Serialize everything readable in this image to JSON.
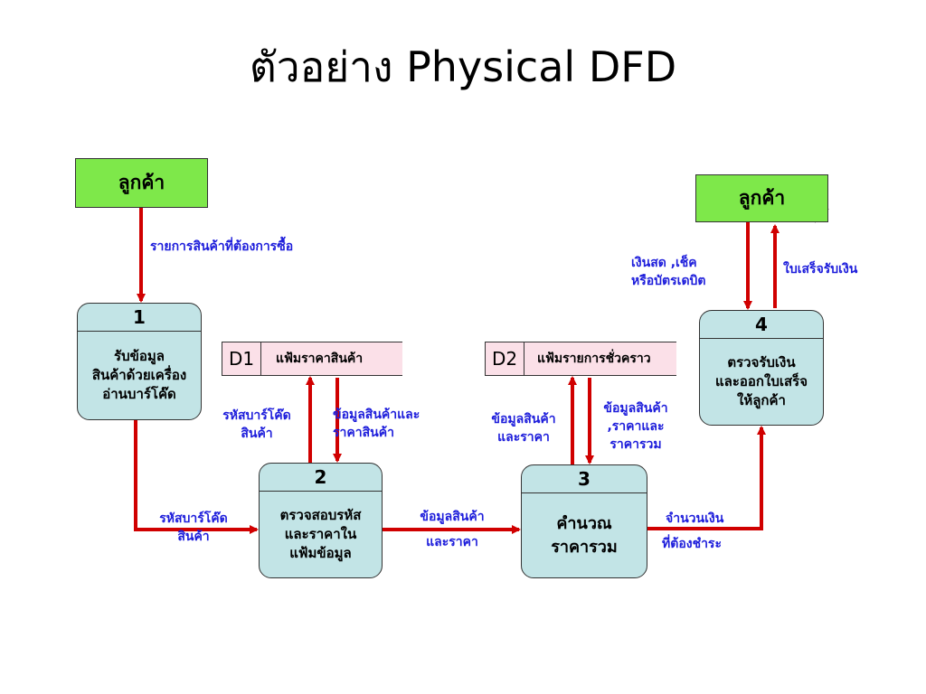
{
  "title": "ตัวอย่าง Physical DFD",
  "externals": {
    "customer_left": "ลูกค้า",
    "customer_right": "ลูกค้า"
  },
  "processes": [
    {
      "number": "1",
      "lines": [
        "รับข้อมูล",
        "สินค้าด้วยเครื่อง",
        "อ่านบาร์โค๊ด"
      ]
    },
    {
      "number": "2",
      "lines": [
        "ตรวจสอบรหัส",
        "และราคาใน",
        "แฟ้มข้อมูล"
      ]
    },
    {
      "number": "3",
      "lines": [
        "คำนวณ",
        "ราคารวม"
      ]
    },
    {
      "number": "4",
      "lines": [
        "ตรวจรับเงิน",
        "และออกใบเสร็จ",
        "ให้ลูกค้า"
      ]
    }
  ],
  "stores": [
    {
      "id": "D1",
      "name": "แฟ้มราคาสินค้า"
    },
    {
      "id": "D2",
      "name": "แฟ้มรายการชั่วคราว"
    }
  ],
  "flows": {
    "order_items": "รายการสินค้าที่ต้องการซื้อ",
    "barcode_to_p2": [
      "รหัสบาร์โค๊ด",
      "สินค้า"
    ],
    "barcode_to_d1": [
      "รหัสบาร์โค๊ด",
      "สินค้า"
    ],
    "d1_to_p2": [
      "ข้อมูลสินค้าและ",
      "ราคาสินค้า"
    ],
    "p2_to_p3": [
      "ข้อมูลสินค้า",
      "และราคา"
    ],
    "p3_to_d2": [
      "ข้อมูลสินค้า",
      "และราคา"
    ],
    "d2_to_p3": [
      "ข้อมูลสินค้า",
      ",ราคาและ",
      "ราคารวม"
    ],
    "p3_to_p4": [
      "จำนวนเงิน",
      "ที่ต้องชำระ"
    ],
    "payment": [
      "เงินสด ,เช็ค",
      "หรือบัตรเดบิต"
    ],
    "receipt": "ใบเสร็จรับเงิน"
  },
  "colors": {
    "external": "#7ee84a",
    "process": "#c2e4e6",
    "store": "#fbe0e8",
    "arrow": "#d00000",
    "label": "#1d1ddb"
  }
}
